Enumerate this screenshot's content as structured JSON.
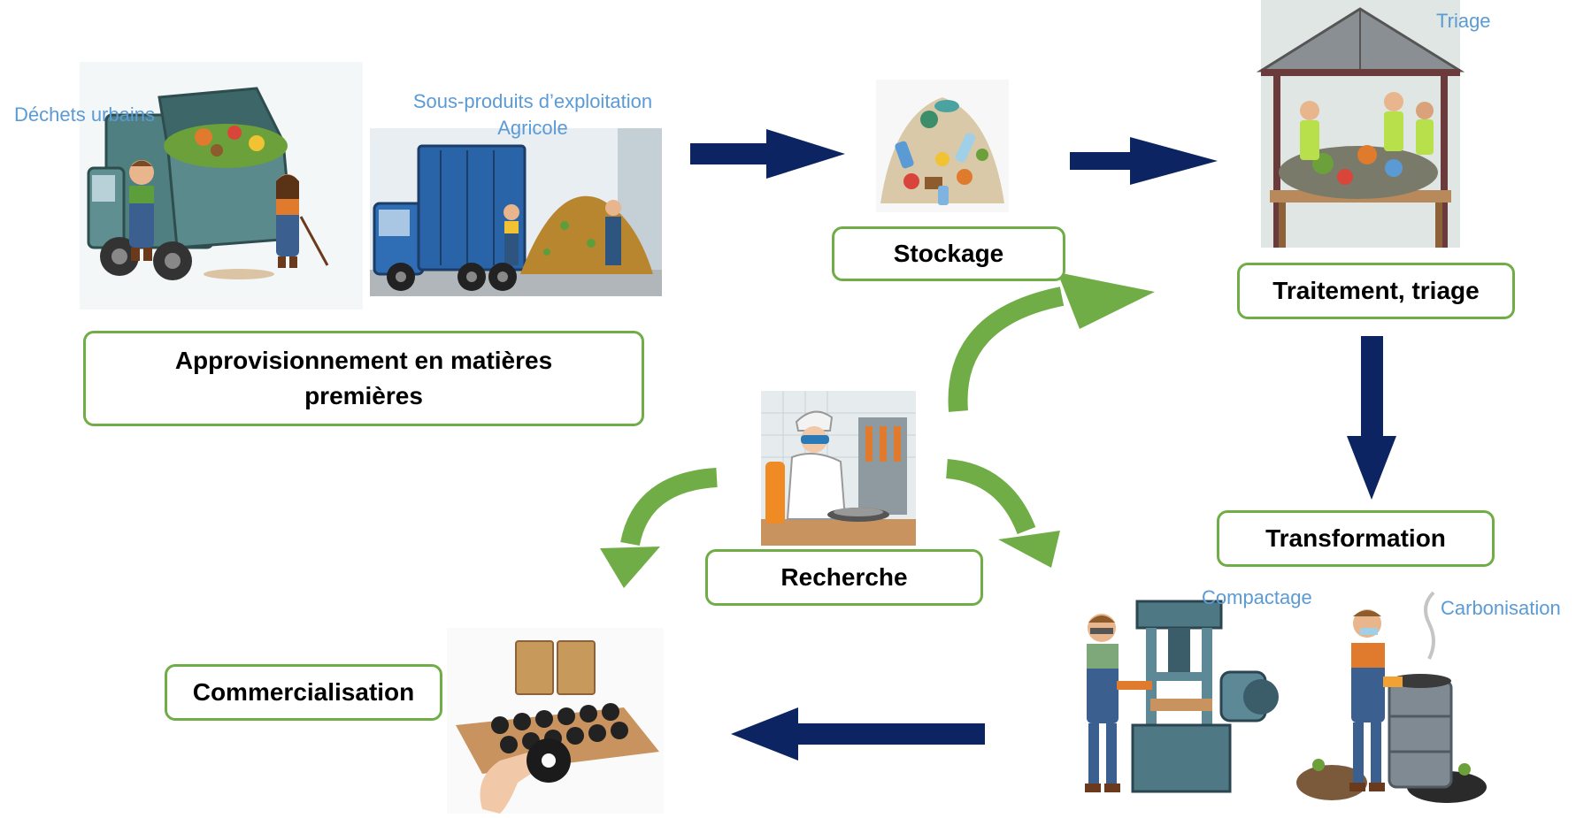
{
  "labels": {
    "approvisionnement": "Approvisionnement en matières premières",
    "stockage": "Stockage",
    "traitement": "Traitement, triage",
    "transformation": "Transformation",
    "recherche": "Recherche",
    "commercialisation": "Commercialisation"
  },
  "captions": {
    "dechets_urbains": "Déchets urbains",
    "sous_produits_line1": "Sous-produits d’exploitation",
    "sous_produits_line2": "Agricole",
    "triage": "Triage",
    "compactage": "Compactage",
    "carbonisation": "Carbonisation"
  },
  "colors": {
    "box_border": "#70ad47",
    "caption": "#5b9bd5",
    "navy_arrow": "#0c2461",
    "green_arrow": "#70ad47"
  }
}
